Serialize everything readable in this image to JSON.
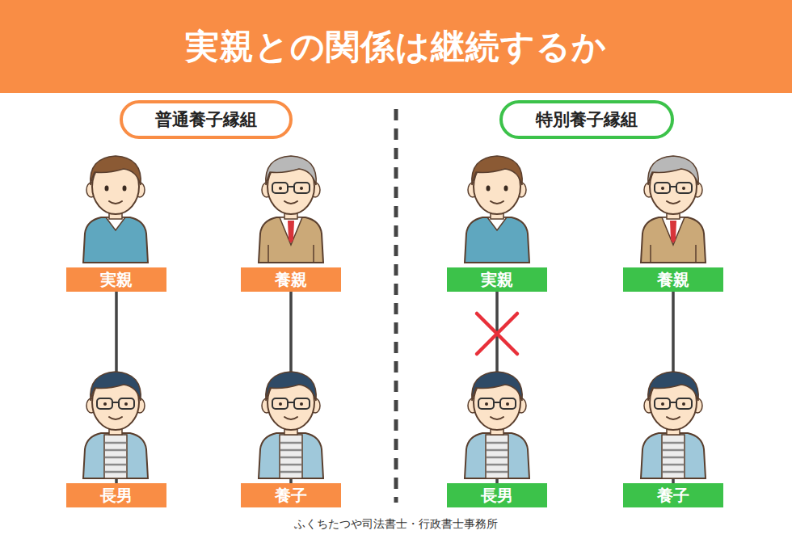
{
  "diagram": {
    "title": "実親との関係は継続するか",
    "caption": "ふくちたつや司法書士・行政書士事務所",
    "nodes": [
      {
        "text": [
          "普通養子縁組"
        ]
      },
      {
        "text": [
          "実親"
        ]
      },
      {
        "text": [
          "養親"
        ]
      },
      {
        "text": [
          "長男"
        ]
      },
      {
        "text": [
          "養子"
        ]
      },
      {
        "text": [
          "特別養子縁組"
        ]
      },
      {
        "text": [
          "実親"
        ]
      },
      {
        "text": [
          "養親"
        ]
      },
      {
        "text": [
          "長男"
        ]
      },
      {
        "text": [
          "養子"
        ]
      }
    ],
    "edges": [
      {
        "from": 1,
        "to": 3,
        "arrow": "none"
      },
      {
        "from": 2,
        "to": 4,
        "arrow": "none"
      },
      {
        "from": 6,
        "to": 8,
        "arrow": "none"
      },
      {
        "from": 7,
        "to": 9,
        "arrow": "none"
      }
    ]
  }
}
